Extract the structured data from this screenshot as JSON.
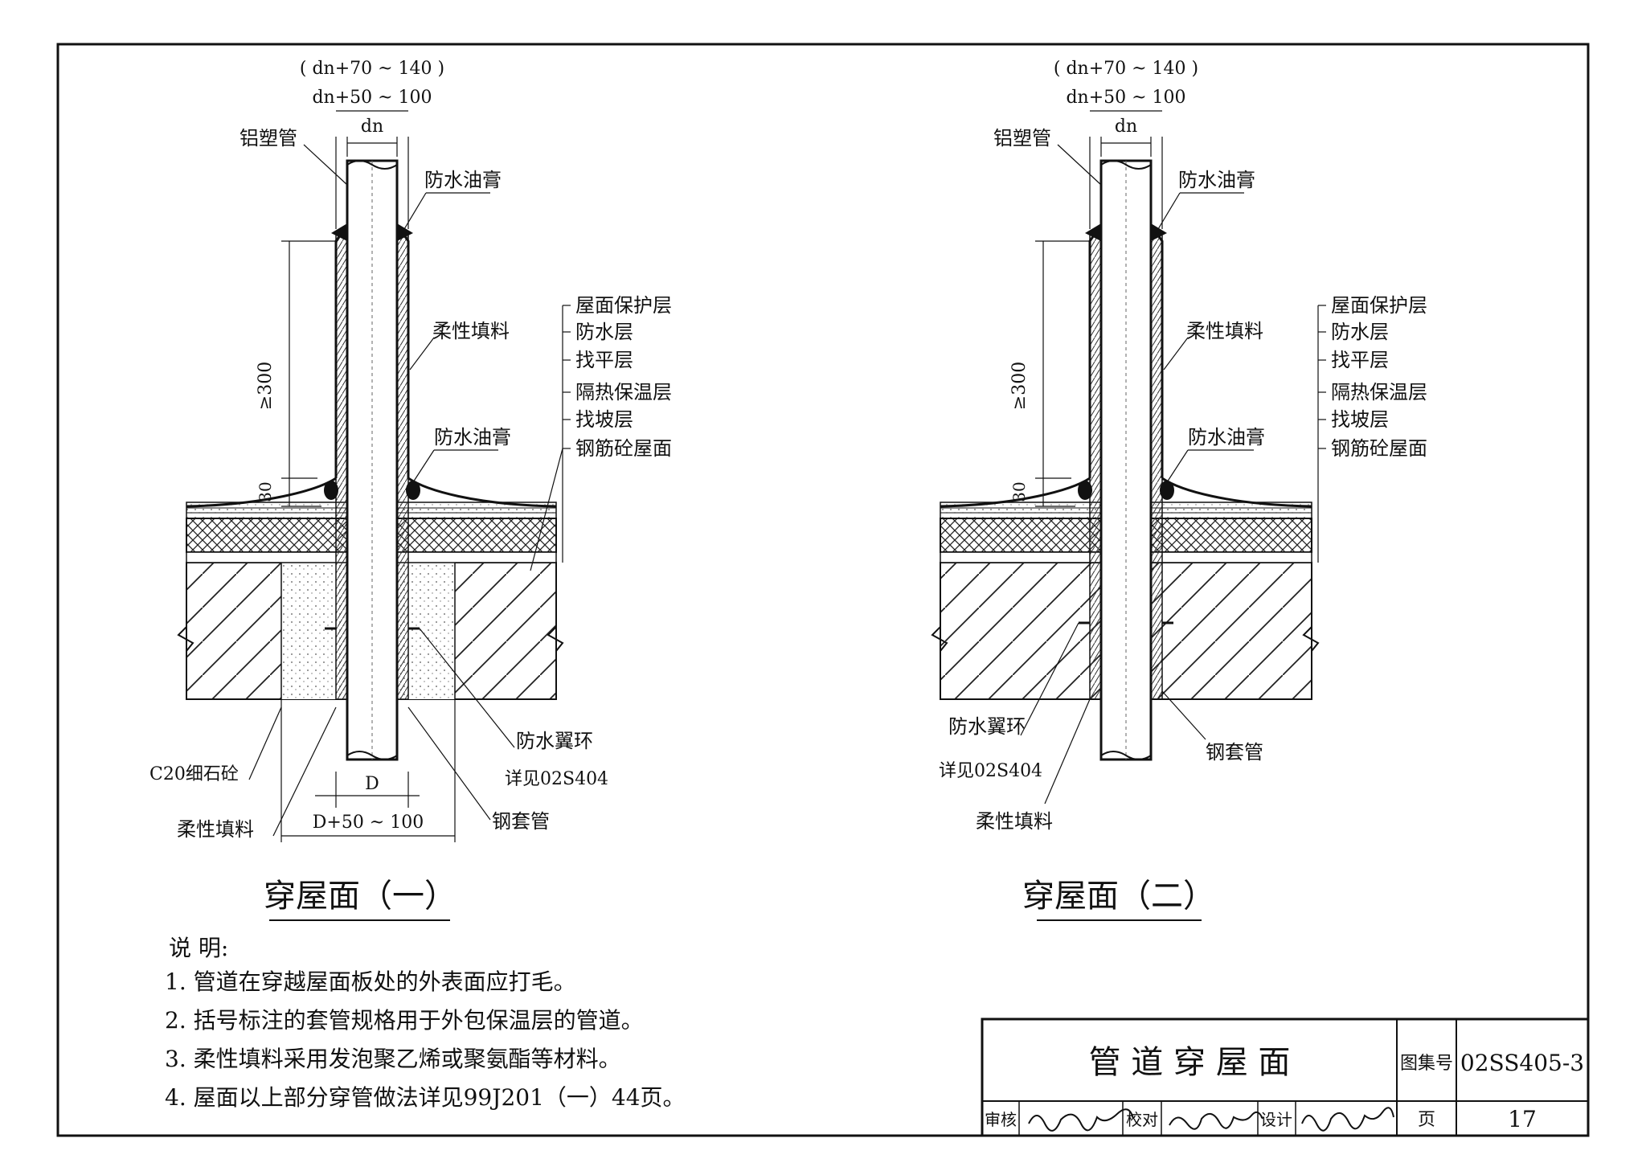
{
  "drawings": [
    {
      "title": "穿屋面（一）",
      "dim_outer": "( dn+70 ~ 140 )",
      "dim_inner": "dn+50 ~ 100",
      "dim_dn": "dn",
      "dim_300": "≥300",
      "dim_30": "30",
      "dim_D": "D",
      "dim_D50": "D+50 ~ 100",
      "labels": {
        "pipe": "铝塑管",
        "grease_top": "防水油膏",
        "filler_upper": "柔性填料",
        "grease_mid": "防水油膏",
        "ring": "防水翼环",
        "ring_ref": "详见02S404",
        "sleeve": "钢套管",
        "c20": "C20细石砼",
        "filler_lower": "柔性填料"
      },
      "layers": [
        "屋面保护层",
        "防水层",
        "找平层",
        "隔热保温层",
        "找坡层",
        "钢筋砼屋面"
      ]
    },
    {
      "title": "穿屋面（二）",
      "dim_outer": "( dn+70 ~ 140 )",
      "dim_inner": "dn+50 ~ 100",
      "dim_dn": "dn",
      "dim_300": "≥300",
      "dim_30": "30",
      "labels": {
        "pipe": "铝塑管",
        "grease_top": "防水油膏",
        "filler_upper": "柔性填料",
        "grease_mid": "防水油膏",
        "ring": "防水翼环",
        "ring_ref": "详见02S404",
        "sleeve": "钢套管",
        "filler_lower": "柔性填料"
      },
      "layers": [
        "屋面保护层",
        "防水层",
        "找平层",
        "隔热保温层",
        "找坡层",
        "钢筋砼屋面"
      ]
    }
  ],
  "notes": {
    "heading": "说  明:",
    "items": [
      "1.  管道在穿越屋面板处的外表面应打毛。",
      "2.  括号标注的套管规格用于外包保温层的管道。",
      "3.  柔性填料采用发泡聚乙烯或聚氨酯等材料。",
      "4.  屋面以上部分穿管做法详见99J201（一）44页。"
    ]
  },
  "title_block": {
    "title": "管 道 穿 屋 面",
    "atlas_label": "图集号",
    "atlas_no": "02SS405-3",
    "review_label": "审核",
    "check_label": "校对",
    "design_label": "设计",
    "page_label": "页",
    "page_no": "17"
  }
}
